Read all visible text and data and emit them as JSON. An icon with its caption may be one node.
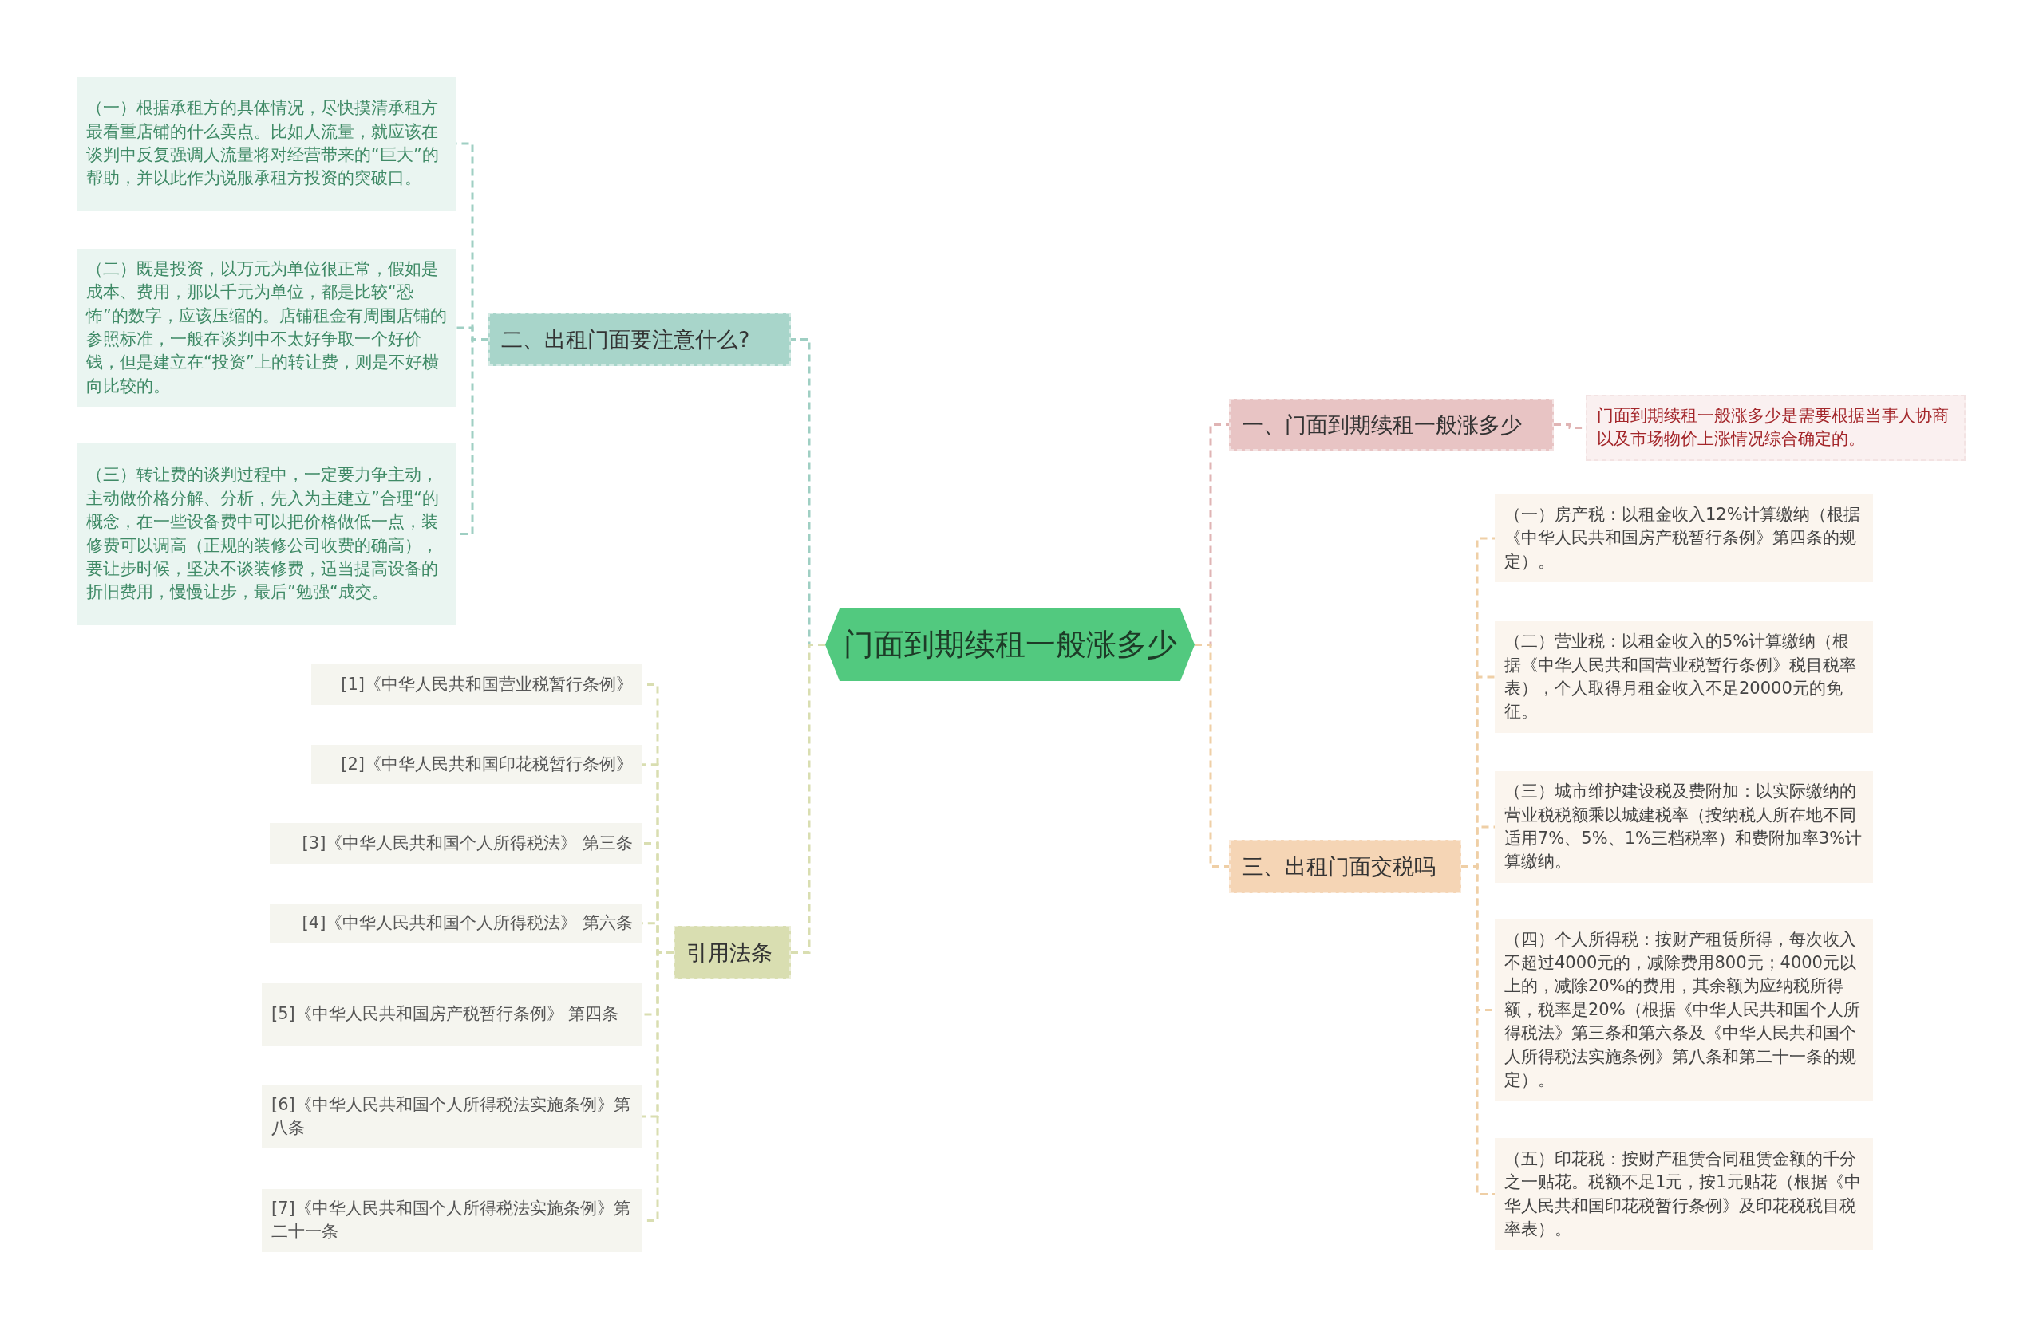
{
  "diagram": {
    "nodes": [
      {
        "text": [
          "门面到期续租一般涨多少"
        ]
      },
      {
        "text": [
          "一、门面到期续租一般涨多少"
        ]
      },
      {
        "text": [
          "门面到期续租一般涨多少是需要根据当事人协商以及市场物价上涨情况综合确定的。"
        ]
      },
      {
        "text": [
          "三、出租门面交税吗"
        ]
      },
      {
        "text": [
          "（一）房产税：以租金收入12%计算缴纳（根据《中华人民共和国房产税暂行条例》第四条的规定）。"
        ]
      },
      {
        "text": [
          "（二）营业税：以租金收入的5%计算缴纳（根据《中华人民共和国营业税暂行条例》税目税率表），个人取得月租金收入不足20000元的免征。"
        ]
      },
      {
        "text": [
          "（三）城市维护建设税及费附加：以实际缴纳的营业税税额乘以城建税率（按纳税人所在地不同适用7%、5%、1%三档税率）和费附加率3%计算缴纳。"
        ]
      },
      {
        "text": [
          "（四）个人所得税：按财产租赁所得，每次收入不超过4000元的，减除费用800元；4000元以上的，减除20%的费用，其余额为应纳税所得额，税率是20%（根据《中华人民共和国个人所得税法》第三条和第六条及《中华人民共和国个人所得税法实施条例》第八条和第二十一条的规定）。"
        ]
      },
      {
        "text": [
          "（五）印花税：按财产租赁合同租赁金额的千分之一贴花。税额不足1元，按1元贴花（根据《中华人民共和国印花税暂行条例》及印花税税目税率表）。"
        ]
      },
      {
        "text": [
          "二、出租门面要注意什么?"
        ]
      },
      {
        "text": [
          "（一）根据承租方的具体情况，尽快摸清承租方最看重店铺的什么卖点。比如人流量，就应该在谈判中反复强调人流量将对经营带来的“巨大”的帮助，并以此作为说服承租方投资的突破口。"
        ]
      },
      {
        "text": [
          "（二）既是投资，以万元为单位很正常，假如是成本、费用，那以千元为单位，都是比较“恐怖”的数字，应该压缩的。店铺租金有周围店铺的参照标准，一般在谈判中不太好争取一个好价钱，但是建立在“投资”上的转让费，则是不好横向比较的。"
        ]
      },
      {
        "text": [
          "（三）转让费的谈判过程中，一定要力争主动，主动做价格分解、分析，先入为主建立”合理“的概念，在一些设备费中可以把价格做低一点，装修费可以调高（正规的装修公司收费的确高），要让步时候，坚决不谈装修费，适当提高设备的折旧费用，慢慢让步，最后”勉强“成交。"
        ]
      },
      {
        "text": [
          "引用法条"
        ]
      },
      {
        "text": [
          "[1]《中华人民共和国营业税暂行条例》"
        ]
      },
      {
        "text": [
          "[2]《中华人民共和国印花税暂行条例》"
        ]
      },
      {
        "text": [
          "[3]《中华人民共和国个人所得税法》 第三条"
        ]
      },
      {
        "text": [
          "[4]《中华人民共和国个人所得税法》 第六条"
        ]
      },
      {
        "text": [
          "[5]《中华人民共和国房产税暂行条例》 第四条"
        ]
      },
      {
        "text": [
          "[6]《中华人民共和国个人所得税法实施条例》第八条"
        ]
      },
      {
        "text": [
          "[7]《中华人民共和国个人所得税法实施条例》第二十一条"
        ]
      }
    ],
    "edges": [
      {
        "from": 0,
        "to": 1,
        "arrow": "none",
        "color": "#e0b4b4"
      },
      {
        "from": 1,
        "to": 2,
        "arrow": "none",
        "color": "#e0b4b4"
      },
      {
        "from": 0,
        "to": 3,
        "arrow": "none",
        "color": "#efcfa6"
      },
      {
        "from": 3,
        "to": 4,
        "arrow": "none",
        "color": "#efcfa6"
      },
      {
        "from": 3,
        "to": 5,
        "arrow": "none",
        "color": "#efcfa6"
      },
      {
        "from": 3,
        "to": 6,
        "arrow": "none",
        "color": "#efcfa6"
      },
      {
        "from": 3,
        "to": 7,
        "arrow": "none",
        "color": "#efcfa6"
      },
      {
        "from": 3,
        "to": 8,
        "arrow": "none",
        "color": "#efcfa6"
      },
      {
        "from": 0,
        "to": 9,
        "arrow": "none",
        "color": "#9fcfc3"
      },
      {
        "from": 9,
        "to": 10,
        "arrow": "none",
        "color": "#9fcfc3"
      },
      {
        "from": 9,
        "to": 11,
        "arrow": "none",
        "color": "#9fcfc3"
      },
      {
        "from": 9,
        "to": 12,
        "arrow": "none",
        "color": "#9fcfc3"
      },
      {
        "from": 0,
        "to": 13,
        "arrow": "none"
      },
      {
        "from": 13,
        "to": 14,
        "arrow": "none"
      },
      {
        "from": 13,
        "to": 15,
        "arrow": "none"
      },
      {
        "from": 13,
        "to": 16,
        "arrow": "none"
      },
      {
        "from": 13,
        "to": 17,
        "arrow": "none"
      },
      {
        "from": 13,
        "to": 18,
        "arrow": "none"
      },
      {
        "from": 13,
        "to": 19,
        "arrow": "none"
      },
      {
        "from": 13,
        "to": 20,
        "arrow": "none"
      }
    ]
  }
}
